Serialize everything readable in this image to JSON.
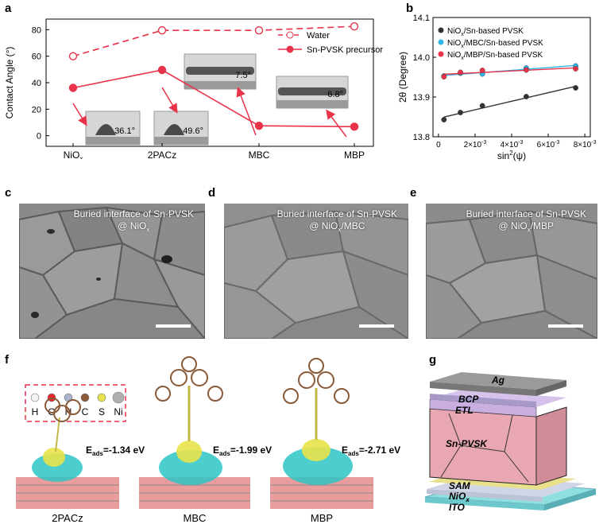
{
  "panel_labels": {
    "a": "a",
    "b": "b",
    "c": "c",
    "d": "d",
    "e": "e",
    "f": "f",
    "g": "g"
  },
  "chart_data": [
    {
      "type": "line",
      "panel": "a",
      "categories": [
        "NiOx",
        "2PACz",
        "MBC",
        "MBP"
      ],
      "category_labels": [
        {
          "main": "NiO",
          "sub": "x"
        },
        {
          "main": "2PACz",
          "sub": ""
        },
        {
          "main": "MBC",
          "sub": ""
        },
        {
          "main": "MBP",
          "sub": ""
        }
      ],
      "ylabel": "Contact Angle (°)",
      "ylim": [
        -8,
        88
      ],
      "yticks": [
        0,
        20,
        40,
        60,
        80
      ],
      "series": [
        {
          "name": "Water",
          "values": [
            60,
            79.5,
            79.5,
            82.5
          ],
          "color": "#e8334a",
          "style": "dashed",
          "marker": "open-circle"
        },
        {
          "name": "Sn-PVSK  precursor",
          "values": [
            36.1,
            49.6,
            7.5,
            6.8
          ],
          "color": "#e8334a",
          "style": "solid",
          "marker": "filled-circle"
        }
      ],
      "insets": [
        "36.1°",
        "49.6°",
        "7.5°",
        "6.8°"
      ],
      "legend": "top-right"
    },
    {
      "type": "scatter",
      "panel": "b",
      "ylabel": "2θ (Degree)",
      "xlabel_main": "sin",
      "xlabel_sup": "2",
      "xlabel_tail": "(ψ)",
      "xlim": [
        -0.0003,
        0.0083
      ],
      "ylim": [
        13.8,
        14.1
      ],
      "yticks": [
        "13.8",
        "13.9",
        "14.0",
        "14.1"
      ],
      "xticks": [
        {
          "value": 0,
          "label": "0"
        },
        {
          "value": 0.002,
          "label": "2×10",
          "sup": "-3"
        },
        {
          "value": 0.004,
          "label": "4×10",
          "sup": "-3"
        },
        {
          "value": 0.006,
          "label": "6×10",
          "sup": "-3"
        },
        {
          "value": 0.008,
          "label": "8×10",
          "sup": "-3"
        }
      ],
      "series": [
        {
          "label": "NiO",
          "sub": "x",
          "tail": "/Sn-based PVSK",
          "color": "#333333",
          "x": [
            0.0003,
            0.0012,
            0.0024,
            0.0048,
            0.0075
          ],
          "y": [
            13.843,
            13.861,
            13.878,
            13.901,
            13.923
          ]
        },
        {
          "label": "NiO",
          "sub": "x",
          "tail": "/MBC/Sn-based PVSK",
          "color": "#2fb5e6",
          "x": [
            0.0003,
            0.0012,
            0.0024,
            0.0048,
            0.0075
          ],
          "y": [
            13.953,
            13.96,
            13.958,
            13.973,
            13.978
          ]
        },
        {
          "label": "NiO",
          "sub": "x",
          "tail": "/MBP/Sn-based PVSK",
          "color": "#e8334a",
          "x": [
            0.0003,
            0.0012,
            0.0024,
            0.0048,
            0.0075
          ],
          "y": [
            13.951,
            13.962,
            13.967,
            13.968,
            13.971
          ]
        }
      ],
      "legend": "top-left"
    }
  ],
  "sem": [
    {
      "line1": "Buried interface of Sn-PVSK",
      "line2a": "@ NiO",
      "line2sub": "x",
      "line2b": ""
    },
    {
      "line1": "Buried interface of Sn-PVSK",
      "line2a": "@ NiO",
      "line2sub": "x",
      "line2b": "/MBC"
    },
    {
      "line1": "Buried interface of Sn-PVSK",
      "line2a": "@ NiO",
      "line2sub": "x",
      "line2b": "/MBP"
    }
  ],
  "dft": {
    "legend": [
      "H",
      "O",
      "N",
      "C",
      "S",
      "Ni"
    ],
    "legend_colors": [
      "#f2f2f2",
      "#e8262b",
      "#aab2cc",
      "#8a5a38",
      "#e8e34a",
      "#b0b0b0"
    ],
    "models": [
      {
        "name": "2PACz",
        "energy": "=-1.34 eV"
      },
      {
        "name": "MBC",
        "energy": "=-1.99 eV"
      },
      {
        "name": "MBP",
        "energy": "=-2.71 eV"
      }
    ],
    "e_main": "E",
    "e_sub": "ads"
  },
  "device": {
    "layers": [
      "Ag",
      "BCP",
      "ETL",
      "Sn-PVSK",
      "SAM",
      "NiO",
      "ITO"
    ],
    "nio_sub": "x"
  }
}
